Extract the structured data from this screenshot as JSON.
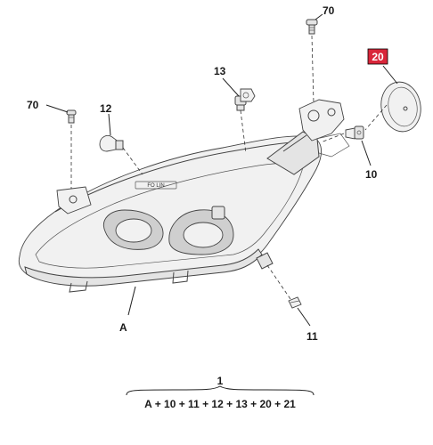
{
  "callouts": {
    "c70_top": "70",
    "c20": "20",
    "c13": "13",
    "c70_left": "70",
    "c12": "12",
    "c10": "10",
    "cA": "A",
    "c11": "11"
  },
  "assembly": {
    "number": "1",
    "formula": "A + 10 + 11 + 12 + 13 + 20 + 21"
  },
  "colors": {
    "highlight_badge": "#d9263a"
  }
}
